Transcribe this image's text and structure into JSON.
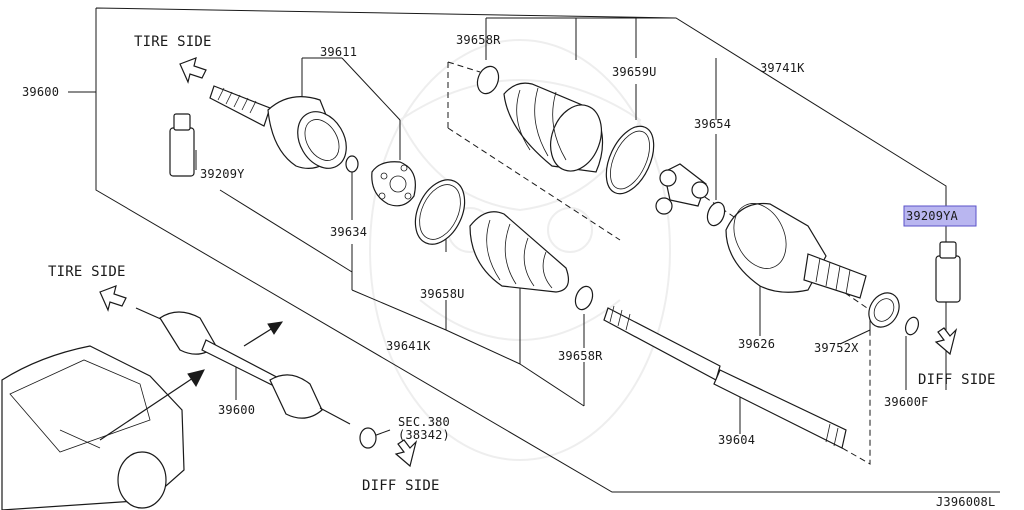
{
  "diagram": {
    "code": "J396008L",
    "directions": {
      "tire_side_top": "TIRE SIDE",
      "tire_side_left": "TIRE SIDE",
      "diff_side_right": "DIFF SIDE",
      "diff_side_bottom": "DIFF SIDE"
    },
    "parts": {
      "p39600_top": "39600",
      "p39600_bottom": "39600",
      "p39611": "39611",
      "p39209y": "39209Y",
      "p39634": "39634",
      "p39658r_top": "39658R",
      "p39659u": "39659U",
      "p39741k": "39741K",
      "p39654": "39654",
      "p39209ya": "39209YA",
      "p39658u": "39658U",
      "p39641k": "39641K",
      "p39658r_bottom": "39658R",
      "p39626": "39626",
      "p39752x": "39752X",
      "p39600f": "39600F",
      "p39604": "39604",
      "sec_ref": "SEC.380",
      "sec_ref_sub": "(38342)"
    },
    "highlight_color": "#b9b6f0"
  }
}
